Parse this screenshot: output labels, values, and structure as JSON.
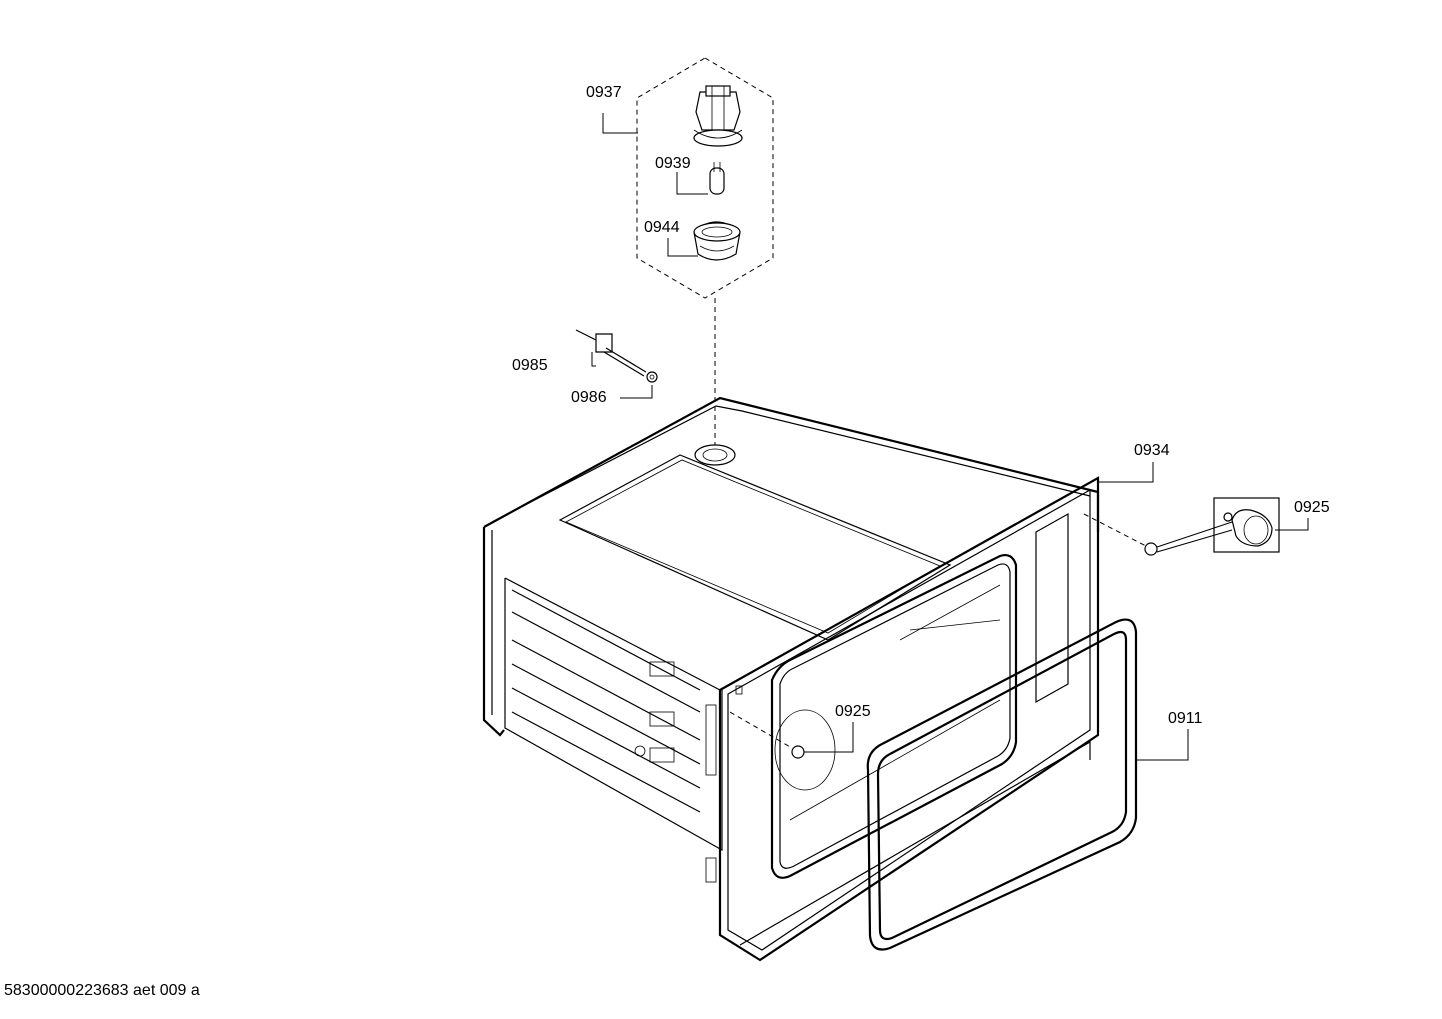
{
  "diagram": {
    "parts": [
      {
        "id": "lamp-holder",
        "label": "0937"
      },
      {
        "id": "lamp-bulb",
        "label": "0939"
      },
      {
        "id": "lamp-cover",
        "label": "0944"
      },
      {
        "id": "temperature-sensor",
        "label": "0985"
      },
      {
        "id": "sensor-nut",
        "label": "0986"
      },
      {
        "id": "rear-panel",
        "label": "0934"
      },
      {
        "id": "knob-upper",
        "label": "0925"
      },
      {
        "id": "knob-lower",
        "label": "0925"
      },
      {
        "id": "door-seal",
        "label": "0911"
      }
    ]
  },
  "footer": {
    "code": "58300000223683 aet 009 a"
  }
}
